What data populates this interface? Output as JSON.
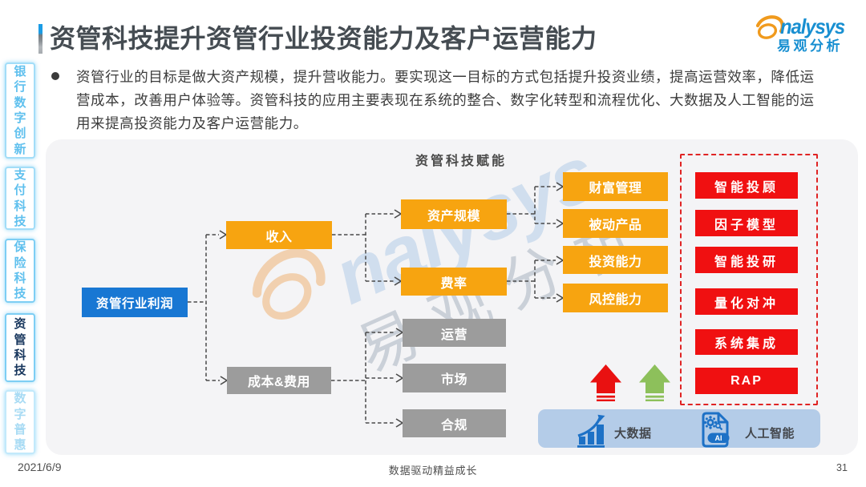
{
  "header": {
    "title": "资管科技提升资管行业投资能力及客户运营能力",
    "logo": {
      "brand_latin": "nalysys",
      "brand_cn": "易观分析"
    },
    "bullet_lines": [
      "资管行业的目标是做大资产规模，提升营收能力。要实现这一目标的方式包括提升投资业绩，提高运营效率，降低运",
      "营成本，改善用户体验等。资管科技的应用主要表现在系统的整合、数字化转型和流程优化、大数据及人工智能的运",
      "用来提高投资能力及客户运营能力。"
    ]
  },
  "sidebar": {
    "items": [
      {
        "label": "银行数字创新",
        "state": "normal"
      },
      {
        "label": "支付科技",
        "state": "normal"
      },
      {
        "label": "保险科技",
        "state": "normal"
      },
      {
        "label": "资管科技",
        "state": "active"
      },
      {
        "label": "数字普惠",
        "state": "faded"
      }
    ]
  },
  "diagram": {
    "title": "资管科技赋能",
    "root": {
      "label": "资管行业利润"
    },
    "income": {
      "label": "收入"
    },
    "cost": {
      "label": "成本&费用"
    },
    "income_children": [
      {
        "label": "资产规模"
      },
      {
        "label": "费率"
      }
    ],
    "cost_children": [
      {
        "label": "运营"
      },
      {
        "label": "市场"
      },
      {
        "label": "合规"
      }
    ],
    "scale_children": [
      {
        "label": "财富管理"
      },
      {
        "label": "被动产品"
      }
    ],
    "fee_children": [
      {
        "label": "投资能力"
      },
      {
        "label": "风控能力"
      }
    ],
    "tech_items": [
      {
        "label": "智能投顾"
      },
      {
        "label": "因子模型"
      },
      {
        "label": "智能投研"
      },
      {
        "label": "量化对冲"
      },
      {
        "label": "系统集成"
      },
      {
        "label": "RAP"
      }
    ],
    "enablers": [
      {
        "label": "大数据"
      },
      {
        "label": "人工智能"
      }
    ],
    "arrows": [
      {
        "color": "#e91111"
      },
      {
        "color": "#8dc05b"
      }
    ]
  },
  "watermark": {
    "latin": "nalysys",
    "cn": "易观分析"
  },
  "footer": {
    "date": "2021/6/9",
    "slogan": "数据驱动精益成长",
    "page": "31"
  },
  "colors": {
    "accent_blue": "#1877d3",
    "accent_orange": "#f7a410",
    "accent_gray": "#9c9c9c",
    "accent_red": "#f01011",
    "tab_blue": "#5fc0ee",
    "bar_blue": "#b4cce8",
    "logo_blue": "#188fd1",
    "logo_orange": "#f09a1d"
  }
}
